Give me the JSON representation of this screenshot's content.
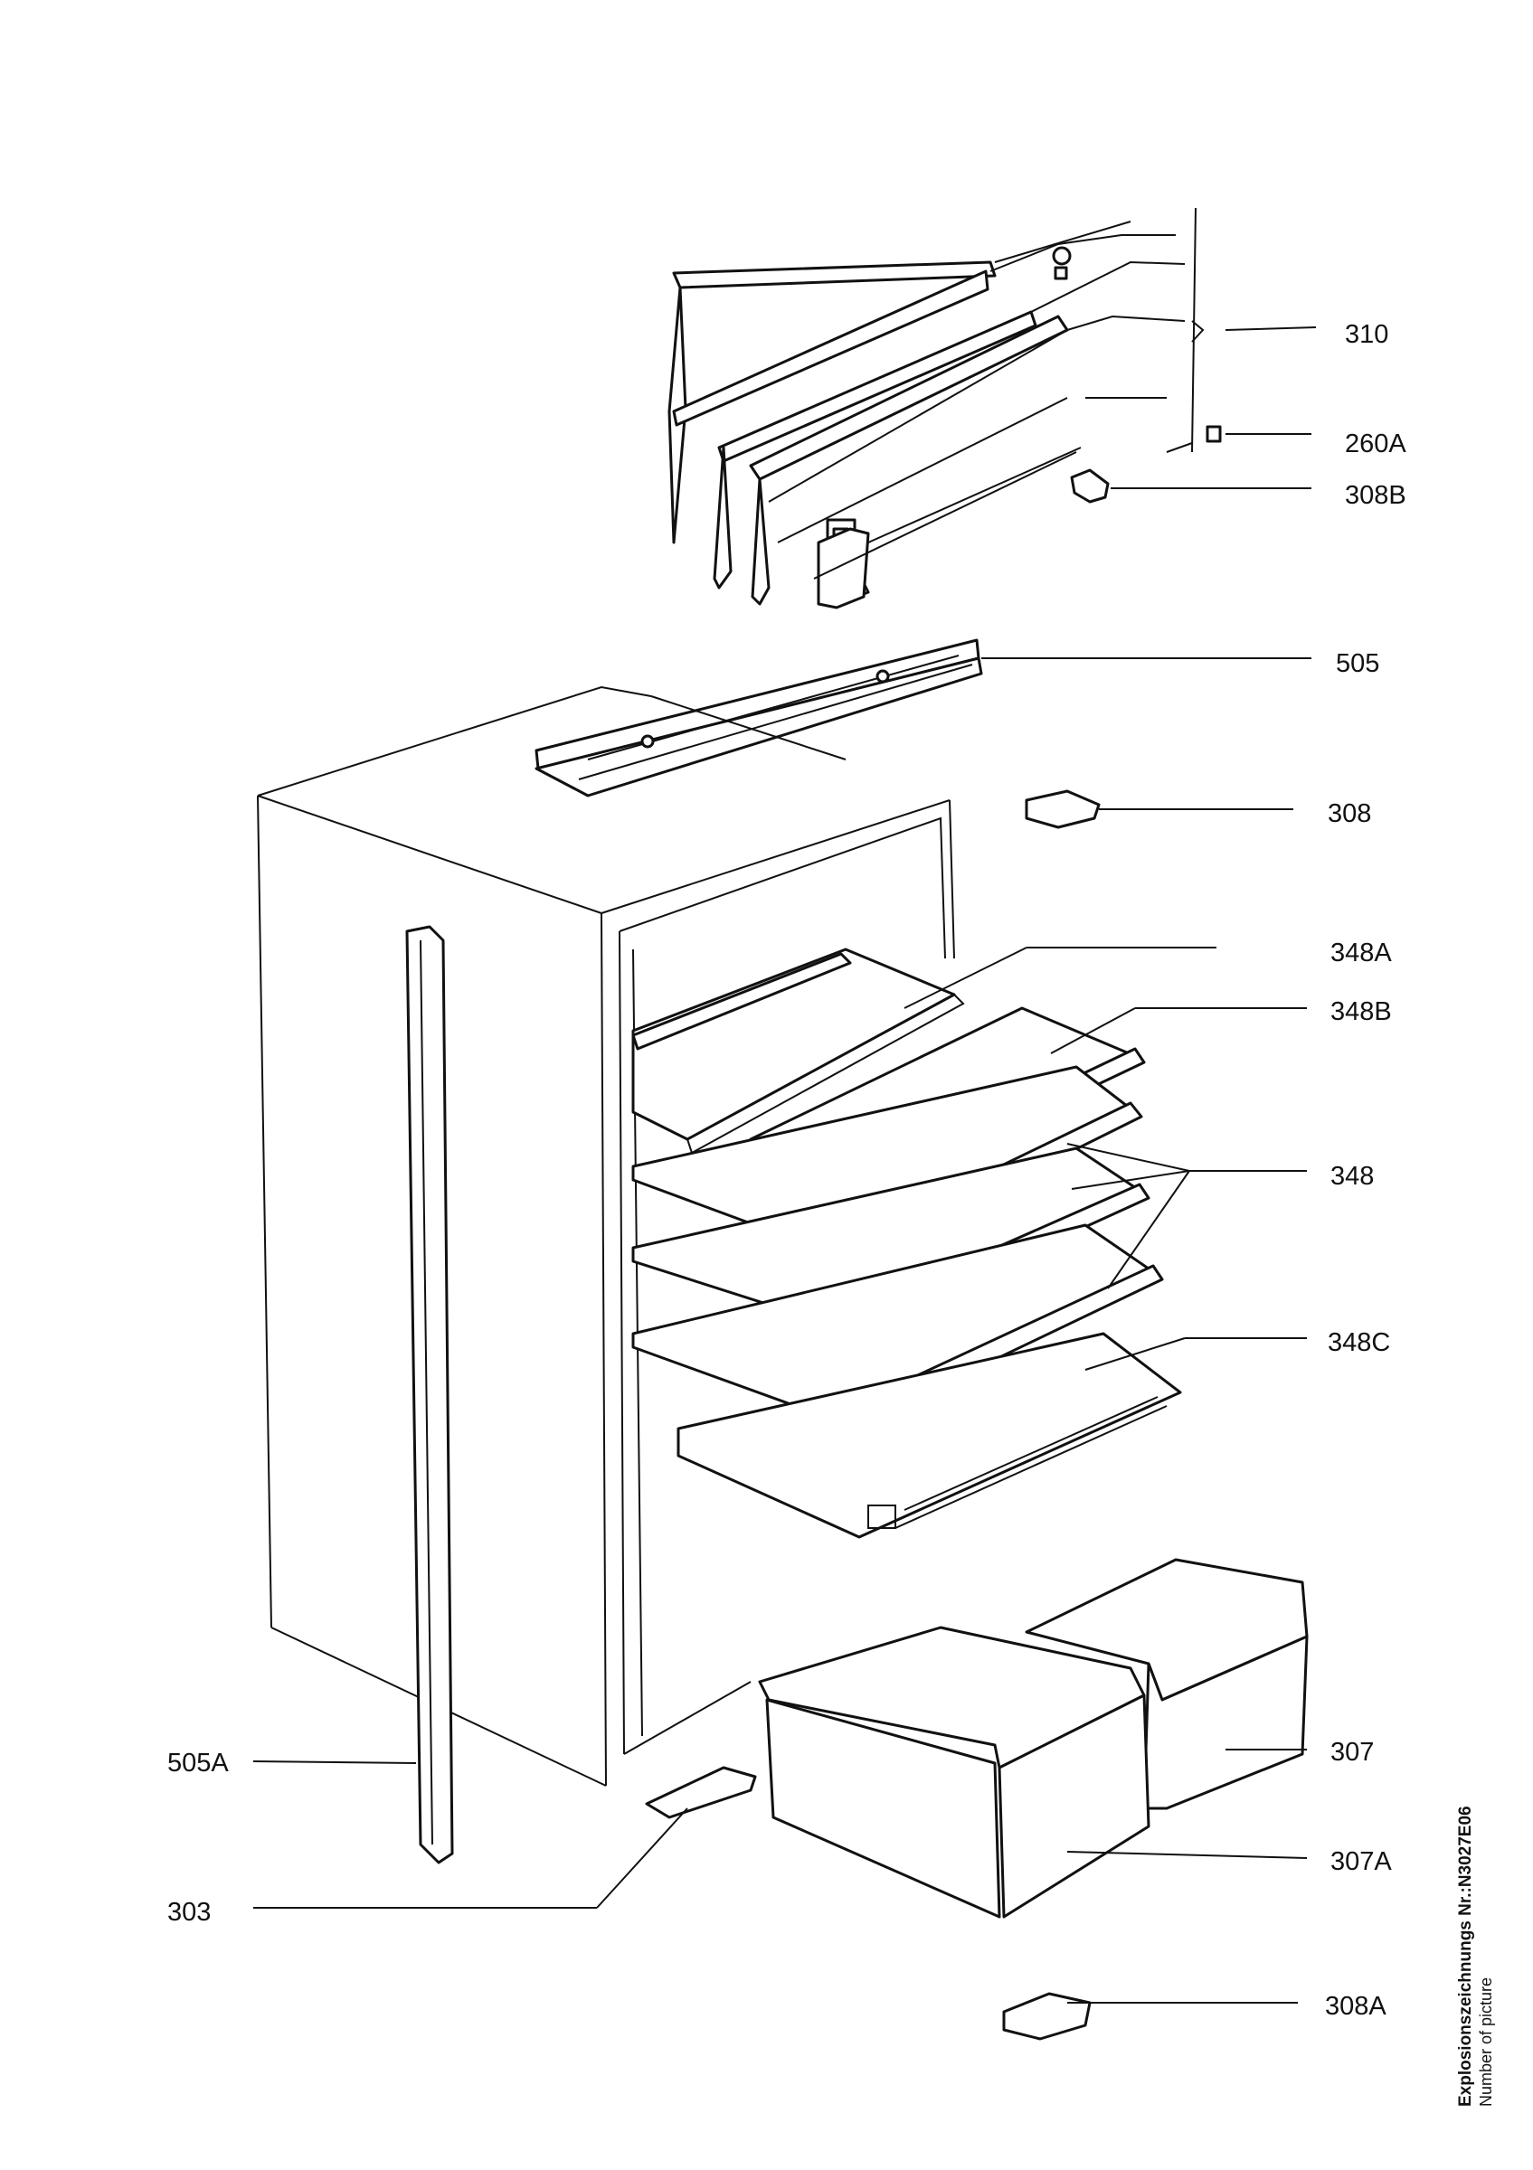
{
  "labels": {
    "l310": "310",
    "l260A": "260A",
    "l308B": "308B",
    "l505": "505",
    "l308": "308",
    "l348A": "348A",
    "l348B": "348B",
    "l348": "348",
    "l348C": "348C",
    "l505A": "505A",
    "l307": "307",
    "l307A": "307A",
    "l303": "303",
    "l308A": "308A"
  },
  "caption": {
    "picture_number": "Explosionszeichnungs Nr.:N3027E06",
    "subtitle": "Number of picture"
  }
}
